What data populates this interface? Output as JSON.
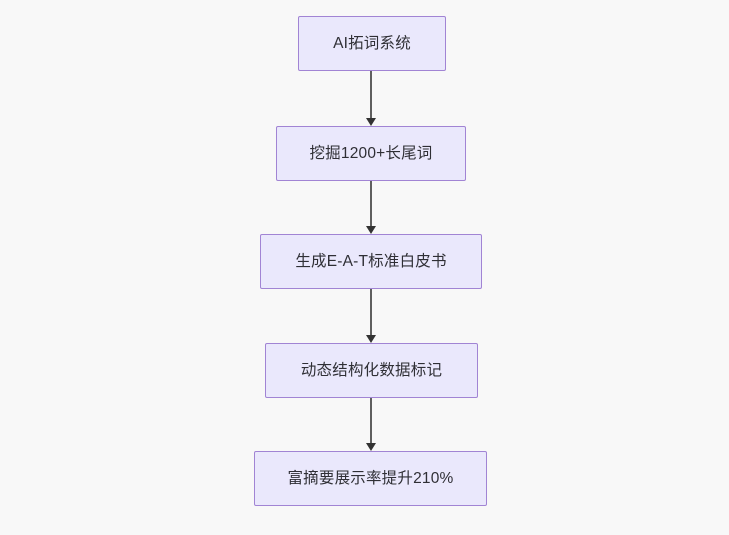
{
  "diagram": {
    "type": "flowchart",
    "orientation": "top-to-bottom",
    "background_color": "#f8f8f8",
    "node_fill_color": "#eae8fc",
    "node_border_color": "#a184d4",
    "node_text_color": "#2f2f35",
    "connector_color": "#5f5f5f",
    "arrowhead_color": "#333333",
    "nodes": [
      {
        "id": "n1",
        "label": "AI拓词系统"
      },
      {
        "id": "n2",
        "label": "挖掘1200+长尾词"
      },
      {
        "id": "n3",
        "label": "生成E-A-T标准白皮书"
      },
      {
        "id": "n4",
        "label": "动态结构化数据标记"
      },
      {
        "id": "n5",
        "label": "富摘要展示率提升210%"
      }
    ],
    "edges": [
      {
        "id": "e1",
        "from": "n1",
        "to": "n2",
        "label": ""
      },
      {
        "id": "e2",
        "from": "n2",
        "to": "n3",
        "label": ""
      },
      {
        "id": "e3",
        "from": "n3",
        "to": "n4",
        "label": ""
      },
      {
        "id": "e4",
        "from": "n4",
        "to": "n5",
        "label": ""
      }
    ]
  }
}
